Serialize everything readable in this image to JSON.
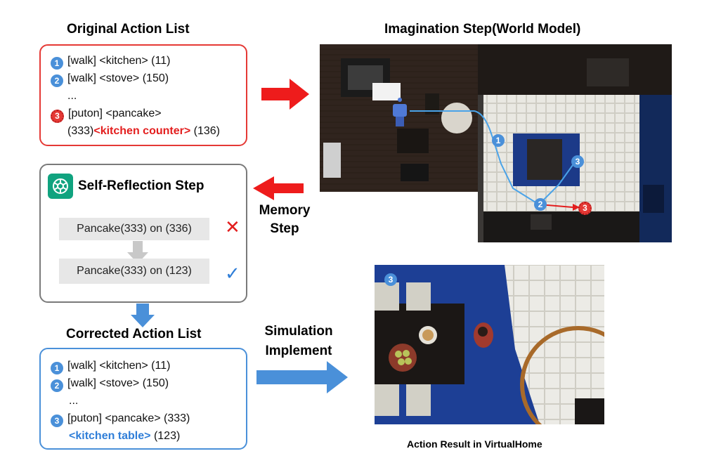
{
  "original": {
    "title": "Original Action List",
    "items": [
      {
        "num": "1",
        "text": "[walk] <kitchen> (11)"
      },
      {
        "num": "2",
        "text": "[walk] <stove> (150)"
      },
      {
        "ellipsis": "..."
      },
      {
        "num": "3",
        "text": "[puton] <pancake>",
        "line2_a": "(333)",
        "line2_hl": "<kitchen counter>",
        "line2_b": " (136)"
      }
    ]
  },
  "world_model": {
    "title": "Imagination Step(World Model)",
    "markers": [
      "1",
      "2",
      "3",
      "3"
    ]
  },
  "reflection": {
    "title": "Self-Reflection Step",
    "wrong": "Pancake(333) on (336)",
    "right": "Pancake(333) on (123)",
    "wrong_mark": "✕",
    "right_mark": "✓"
  },
  "memory_label": {
    "line1": "Memory",
    "line2": "Step"
  },
  "corrected": {
    "title": "Corrected Action List",
    "items": [
      {
        "num": "1",
        "text": "[walk] <kitchen> (11)"
      },
      {
        "num": "2",
        "text": "[walk] <stove> (150)"
      },
      {
        "ellipsis": "..."
      },
      {
        "num": "3",
        "text": "[puton] <pancake> (333)",
        "line2_hl": "<kitchen table>",
        "line2_b": " (123)"
      }
    ]
  },
  "simulation_label": {
    "line1": "Simulation",
    "line2": "Implement"
  },
  "result": {
    "marker": "3",
    "caption": "Action Result in VirtualHome"
  },
  "colors": {
    "red": "#e31e1e",
    "blue": "#2f7ed8",
    "arrow_blue": "#4a90d9"
  }
}
